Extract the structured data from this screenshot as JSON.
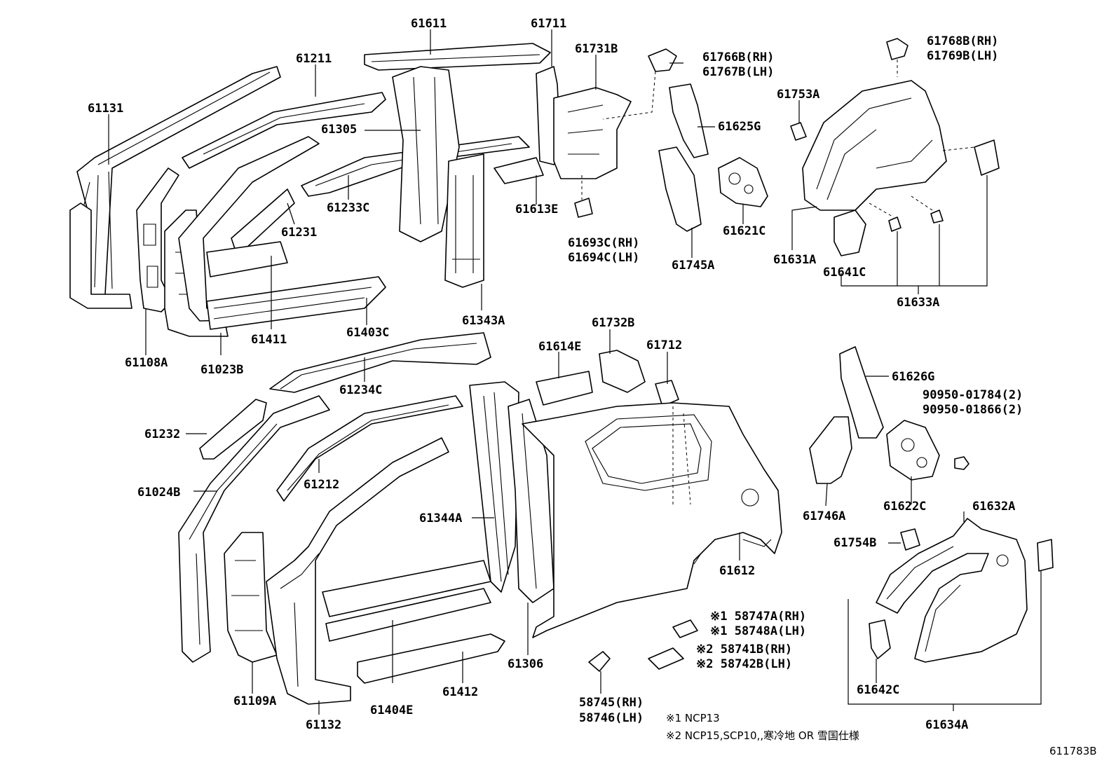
{
  "parts": [
    {
      "id": "p61611",
      "text": "61611"
    },
    {
      "id": "p61711",
      "text": "61711"
    },
    {
      "id": "p61211",
      "text": "61211"
    },
    {
      "id": "p61731b",
      "text": "61731B"
    },
    {
      "id": "p61766b",
      "text": "61766B(RH)"
    },
    {
      "id": "p61767b",
      "text": "61767B(LH)"
    },
    {
      "id": "p61768b",
      "text": "61768B(RH)"
    },
    {
      "id": "p61769b",
      "text": "61769B(LH)"
    },
    {
      "id": "p61131",
      "text": "61131"
    },
    {
      "id": "p61753a",
      "text": "61753A"
    },
    {
      "id": "p61305",
      "text": "61305"
    },
    {
      "id": "p61625g",
      "text": "61625G"
    },
    {
      "id": "p61233c",
      "text": "61233C"
    },
    {
      "id": "p61613e",
      "text": "61613E"
    },
    {
      "id": "p61231",
      "text": "61231"
    },
    {
      "id": "p61621c",
      "text": "61621C"
    },
    {
      "id": "p61693c",
      "text": "61693C(RH)"
    },
    {
      "id": "p61694c",
      "text": "61694C(LH)"
    },
    {
      "id": "p61631a",
      "text": "61631A"
    },
    {
      "id": "p61745a",
      "text": "61745A"
    },
    {
      "id": "p61641c",
      "text": "61641C"
    },
    {
      "id": "p61633a",
      "text": "61633A"
    },
    {
      "id": "p61343a",
      "text": "61343A"
    },
    {
      "id": "p61403c",
      "text": "61403C"
    },
    {
      "id": "p61411",
      "text": "61411"
    },
    {
      "id": "p61108a",
      "text": "61108A"
    },
    {
      "id": "p61023b",
      "text": "61023B"
    },
    {
      "id": "p61732b",
      "text": "61732B"
    },
    {
      "id": "p61614e",
      "text": "61614E"
    },
    {
      "id": "p61712",
      "text": "61712"
    },
    {
      "id": "p61234c",
      "text": "61234C"
    },
    {
      "id": "p61626g",
      "text": "61626G"
    },
    {
      "id": "p90950a",
      "text": "90950-01784(2)"
    },
    {
      "id": "p90950b",
      "text": "90950-01866(2)"
    },
    {
      "id": "p61232",
      "text": "61232"
    },
    {
      "id": "p61024b",
      "text": "61024B"
    },
    {
      "id": "p61212",
      "text": "61212"
    },
    {
      "id": "p61344a",
      "text": "61344A"
    },
    {
      "id": "p61746a",
      "text": "61746A"
    },
    {
      "id": "p61622c",
      "text": "61622C"
    },
    {
      "id": "p61632a",
      "text": "61632A"
    },
    {
      "id": "p61754b",
      "text": "61754B"
    },
    {
      "id": "p61612",
      "text": "61612"
    },
    {
      "id": "p58747a",
      "text": "※1 58747A(RH)"
    },
    {
      "id": "p58748a",
      "text": "※1 58748A(LH)"
    },
    {
      "id": "p58741b",
      "text": "※2 58741B(RH)"
    },
    {
      "id": "p58742b",
      "text": "※2 58742B(LH)"
    },
    {
      "id": "p61306",
      "text": "61306"
    },
    {
      "id": "p61412",
      "text": "61412"
    },
    {
      "id": "p61109a",
      "text": "61109A"
    },
    {
      "id": "p61404e",
      "text": "61404E"
    },
    {
      "id": "p61132",
      "text": "61132"
    },
    {
      "id": "p58745",
      "text": "58745(RH)"
    },
    {
      "id": "p58746",
      "text": "58746(LH)"
    },
    {
      "id": "p61642c",
      "text": "61642C"
    },
    {
      "id": "p61634a",
      "text": "61634A"
    }
  ],
  "notes": {
    "note1": "※1 NCP13",
    "note2": "※2 NCP15,SCP10,,寒冷地 OR 雪国仕様"
  },
  "diagram_code": "611783B"
}
